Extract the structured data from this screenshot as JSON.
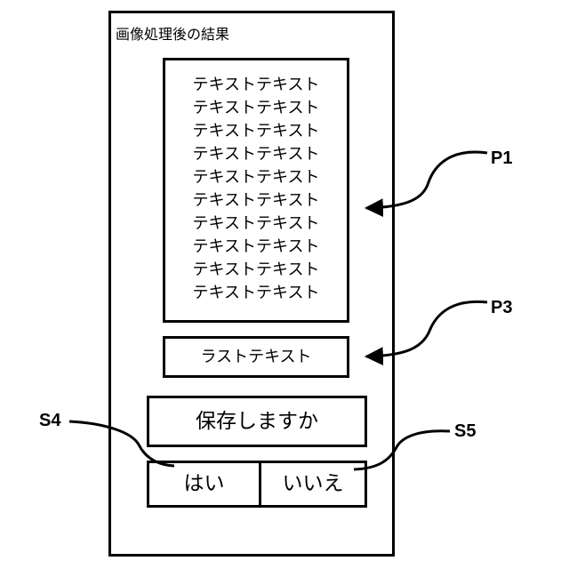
{
  "screen": {
    "title": "画像処理後の結果"
  },
  "text_box": {
    "lines": [
      "テキストテキスト",
      "テキストテキスト",
      "テキストテキスト",
      "テキストテキスト",
      "テキストテキスト",
      "テキストテキスト",
      "テキストテキスト",
      "テキストテキスト",
      "テキストテキスト",
      "テキストテキスト"
    ]
  },
  "last_text": "ラストテキスト",
  "save_dialog": {
    "prompt": "保存しますか",
    "yes_label": "はい",
    "no_label": "いいえ"
  },
  "callouts": {
    "p1": "P1",
    "p3": "P3",
    "s4": "S4",
    "s5": "S5"
  }
}
